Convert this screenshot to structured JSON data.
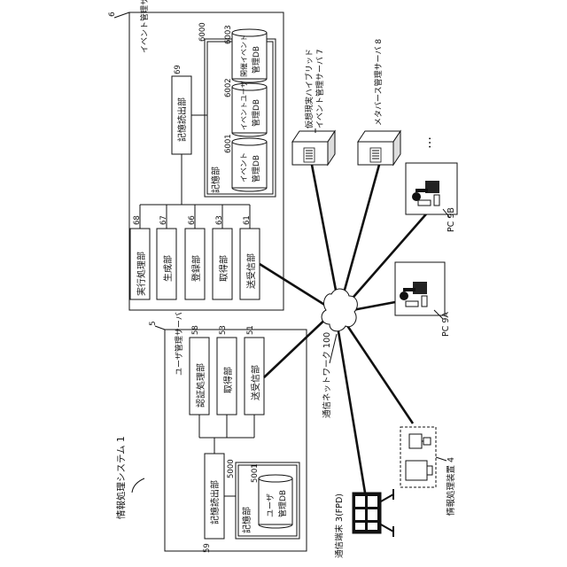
{
  "system": {
    "label": "情報処理システム 1"
  },
  "network": {
    "label": "通信ネットワーク 100"
  },
  "event_server": {
    "title": "イベント管理サーバ",
    "ref": "6",
    "units": [
      {
        "label": "送受信部",
        "ref": "61"
      },
      {
        "label": "取得部",
        "ref": "63"
      },
      {
        "label": "登録部",
        "ref": "66"
      },
      {
        "label": "生成部",
        "ref": "67"
      },
      {
        "label": "実行処理部",
        "ref": "68"
      }
    ],
    "reader": {
      "label": "記憶読出部",
      "ref": "69"
    },
    "storage": {
      "label": "記憶部",
      "ref": "6000",
      "dbs": [
        {
          "line1": "イベント",
          "line2": "管理DB",
          "ref": "6001"
        },
        {
          "line1": "イベントユーザ",
          "line2": "管理DB",
          "ref": "6002"
        },
        {
          "line1": "開催イベント",
          "line2": "管理DB",
          "ref": "6003"
        }
      ]
    }
  },
  "user_server": {
    "title": "ユーザ管理サーバ",
    "ref": "5",
    "units": [
      {
        "label": "送受信部",
        "ref": "51"
      },
      {
        "label": "取得部",
        "ref": "53"
      },
      {
        "label": "認証処理部",
        "ref": "58"
      }
    ],
    "reader": {
      "label": "記憶読出部",
      "ref": "59"
    },
    "storage": {
      "label": "記憶部",
      "ref": "5000",
      "dbs": [
        {
          "line1": "ユーザ",
          "line2": "管理DB",
          "ref": "5001"
        }
      ]
    }
  },
  "servers": {
    "hybrid": {
      "line1": "仮想現実ハイブリッド",
      "line2": "イベント管理サーバ 7"
    },
    "metaverse": {
      "label": "メタバース管理サーバ 8"
    },
    "ellipsis": "…"
  },
  "pcs": {
    "pc9b": {
      "label": "PC 9B"
    },
    "pc9a": {
      "label": "PC 9A"
    }
  },
  "device4": {
    "label": "情報処理装置 4"
  },
  "terminal3": {
    "label": "通信端末 3(FPD)"
  }
}
